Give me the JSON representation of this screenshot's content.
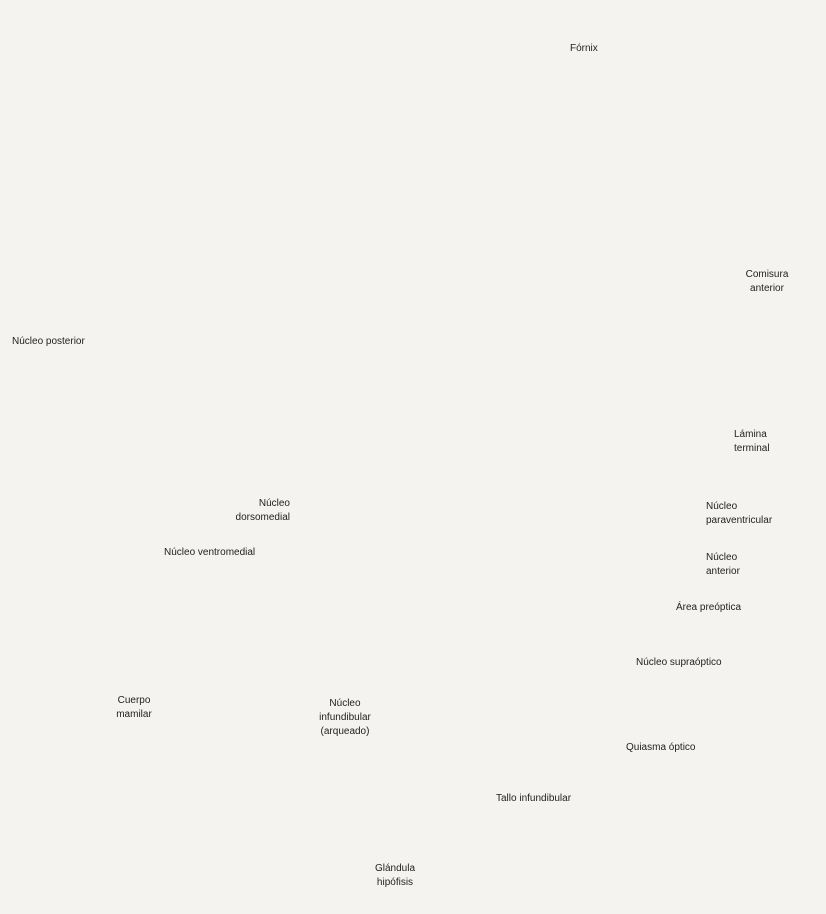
{
  "labels": {
    "fornix": "Fórnix",
    "comisura_anterior": [
      "Comisura",
      "anterior"
    ],
    "nucleo_posterior": "Núcleo posterior",
    "lamina_terminal": [
      "Lámina",
      "terminal"
    ],
    "nucleo_dorsomedial": [
      "Núcleo",
      "dorsomedial"
    ],
    "nucleo_paraventricular": [
      "Núcleo",
      "paraventricular"
    ],
    "nucleo_ventromedial": "Núcleo ventromedial",
    "nucleo_anterior": [
      "Núcleo",
      "anterior"
    ],
    "area_preoptica": "Área preóptica",
    "nucleo_supraoptico": "Núcleo supraóptico",
    "cuerpo_mamilar": [
      "Cuerpo",
      "mamilar"
    ],
    "nucleo_infundibular": [
      "Núcleo",
      "infundibular",
      "(arqueado)"
    ],
    "quiasma_optico": "Quiasma óptico",
    "tallo_infundibular": "Tallo infundibular",
    "glandula_hipofisis": [
      "Glándula",
      "hipófisis"
    ]
  }
}
